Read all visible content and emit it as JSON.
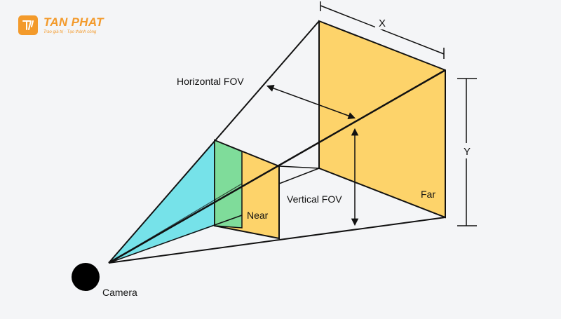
{
  "brand": {
    "name": "TAN PHAT",
    "tagline": "Trao giá trị · Tạo thành công",
    "logo_color": "#f39a2b"
  },
  "diagram": {
    "labels": {
      "x": "X",
      "y": "Y",
      "horizontal_fov": "Horizontal FOV",
      "vertical_fov": "Vertical FOV",
      "near": "Near",
      "far": "Far",
      "camera": "Camera"
    },
    "colors": {
      "plane_fill": "#fdd36a",
      "frustum_cyan": "#6fe0e8",
      "near_green": "#7fdc9a",
      "line": "#111111"
    }
  }
}
